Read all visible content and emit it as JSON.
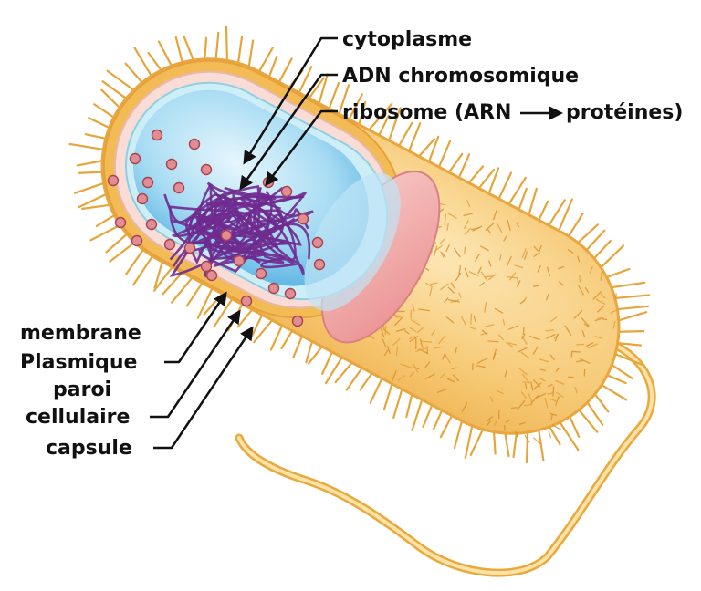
{
  "labels": {
    "cytoplasme": "cytoplasme",
    "adn": "ADN chromosomique",
    "ribosome_prefix": "ribosome (ARN",
    "ribosome_suffix": "protéines)",
    "membrane_line1": "membrane",
    "membrane_line2": "Plasmique",
    "paroi_line1": "paroi",
    "paroi_line2": "cellulaire",
    "capsule": "capsule"
  },
  "colors": {
    "capsule_outer": "#f2b84b",
    "capsule_body": "#f6c873",
    "pili": "#e6a53a",
    "cell_wall_pink": "#f2a8a8",
    "membrane_cyan": "#bfe6f2",
    "cytoplasm_blue": "#7fc8ec",
    "dna_purple": "#6f2a8f",
    "ribosome_red": "#d9707a",
    "label_text": "#111111"
  }
}
